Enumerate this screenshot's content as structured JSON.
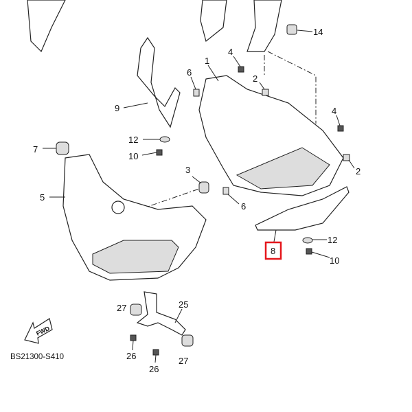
{
  "diagram_code": "BS21300-S410",
  "fwd_label": "FWD",
  "highlight_color": "#e5161b",
  "callouts": {
    "p14": "14",
    "p4a": "4",
    "p1": "1",
    "p2a": "2",
    "p6a": "6",
    "p9": "9",
    "p4b": "4",
    "p12a": "12",
    "p10a": "10",
    "p7": "7",
    "p2b": "2",
    "p3": "3",
    "p5": "5",
    "p6b": "6",
    "p8": "8",
    "p12b": "12",
    "p10b": "10",
    "p25": "25",
    "p27a": "27",
    "p26a": "26",
    "p26b": "26",
    "p27b": "27"
  }
}
